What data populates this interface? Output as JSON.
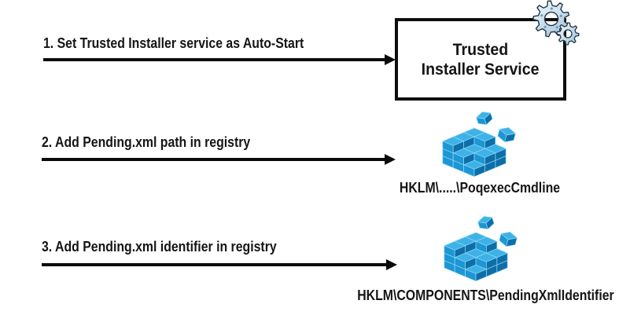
{
  "diagram": {
    "description": "Trusted Installer abuse flow diagram",
    "steps": [
      {
        "label": "1. Set Trusted Installer service as Auto-Start",
        "target": {
          "type": "service-box",
          "icon": "gears-icon",
          "line1": "Trusted",
          "line2": "Installer Service"
        }
      },
      {
        "label": "2. Add Pending.xml path in registry",
        "target": {
          "type": "registry",
          "icon": "registry-cube-icon",
          "caption": "HKLM\\.....\\PoqexecCmdline"
        }
      },
      {
        "label": "3. Add Pending.xml identifier in registry",
        "target": {
          "type": "registry",
          "icon": "registry-cube-icon",
          "caption": "HKLM\\COMPONENTS\\PendingXmlIdentifier"
        }
      }
    ]
  },
  "colors": {
    "text": "#151515",
    "arrow": "#0b0b0b",
    "box_border": "#0e0e0e",
    "registry_top": "#3eb2e7",
    "registry_left": "#1d96d4",
    "registry_right": "#0e6fa8",
    "registry_edge": "#8fd8f7",
    "gear_fill_light": "#f6fbfe",
    "gear_fill_dark": "#9cc0da",
    "gear_stroke": "#223647",
    "gear_dot": "#6f99b8"
  }
}
